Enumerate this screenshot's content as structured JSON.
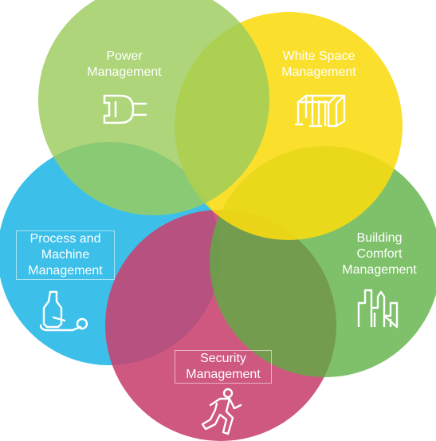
{
  "diagram": {
    "type": "venn",
    "circles": [
      {
        "id": "power",
        "label_lines": [
          "Power",
          "Management"
        ],
        "icon": "power-plug-icon",
        "color": "#a6cf6a"
      },
      {
        "id": "white-space",
        "label_lines": [
          "White Space",
          "Management"
        ],
        "icon": "rack-icon",
        "color": "#f3dc1c"
      },
      {
        "id": "building-comfort",
        "label_lines": [
          "Building",
          "Comfort",
          "Management"
        ],
        "icon": "buildings-icon",
        "color": "#7bbe5e"
      },
      {
        "id": "security",
        "label_lines": [
          "Security",
          "Management"
        ],
        "icon": "running-person-icon",
        "color": "#cc4f7a"
      },
      {
        "id": "process-machine",
        "label_lines": [
          "Process and",
          "Machine",
          "Management"
        ],
        "icon": "hand-truck-icon",
        "color": "#35c0ea"
      }
    ]
  }
}
